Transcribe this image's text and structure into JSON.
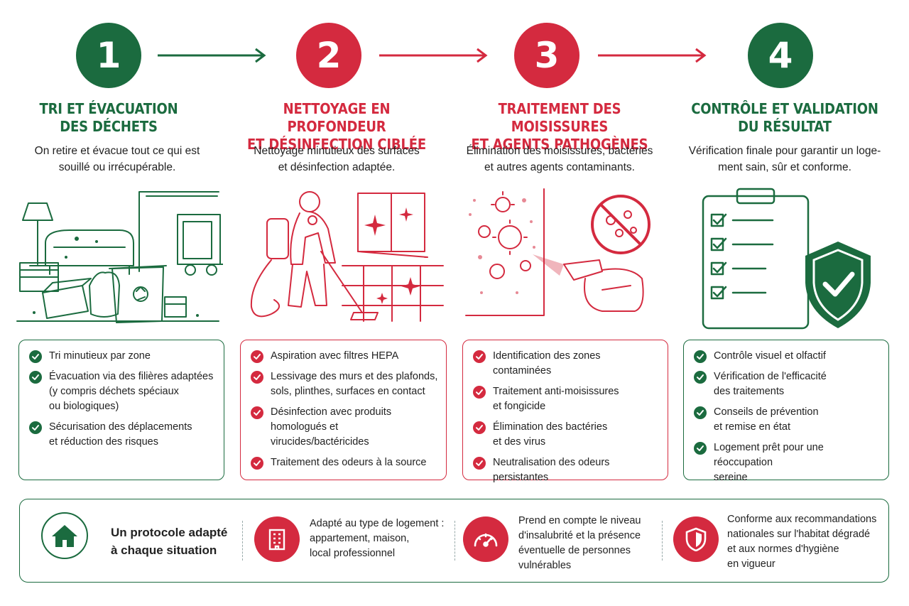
{
  "steps": [
    {
      "number": "1",
      "title_l1": "TRI ET ÉVACUATION",
      "title_l2": "DES DÉCHETS",
      "desc_l1": "On retire et évacue tout ce qui est",
      "desc_l2": "souillé ou irrécupérable.",
      "items": [
        [
          "Tri minutieux par zone"
        ],
        [
          "Évacuation via des filières adaptées",
          "(y compris déchets spéciaux",
          "ou biologiques)"
        ],
        [
          "Sécurisation des déplacements",
          "et réduction des risques"
        ]
      ]
    },
    {
      "number": "2",
      "title_l1": "NETTOYAGE EN PROFONDEUR",
      "title_l2": "ET DÉSINFECTION CIBLÉE",
      "desc_l1": "Nettoyage minutieux des surfaces",
      "desc_l2": "et désinfection adaptée.",
      "items": [
        [
          "Aspiration avec filtres HEPA"
        ],
        [
          "Lessivage des murs et des plafonds,",
          "sols, plinthes, surfaces en contact"
        ],
        [
          "Désinfection avec produits",
          "homologués et virucides/bactéricides"
        ],
        [
          "Traitement des odeurs à la source"
        ]
      ]
    },
    {
      "number": "3",
      "title_l1": "TRAITEMENT DES MOISISSURES",
      "title_l2": "ET AGENTS PATHOGÈNES",
      "desc_l1": "Élimination des moisissures, bactéries",
      "desc_l2": "et autres agents contaminants.",
      "items": [
        [
          "Identification des zones contaminées"
        ],
        [
          "Traitement anti-moisissures",
          "et fongicide"
        ],
        [
          "Élimination des bactéries",
          "et des virus"
        ],
        [
          "Neutralisation des odeurs",
          "persistantes"
        ]
      ]
    },
    {
      "number": "4",
      "title_l1": "CONTRÔLE ET VALIDATION",
      "title_l2": "DU RÉSULTAT",
      "desc_l1": "Vérification finale pour garantir un loge-",
      "desc_l2": "ment sain, sûr et conforme.",
      "items": [
        [
          "Contrôle visuel et olfactif"
        ],
        [
          "Vérification de l'efficacité",
          "des traitements"
        ],
        [
          "Conseils de prévention",
          "et remise en état"
        ],
        [
          "Logement prêt pour une réoccupation",
          "sereine"
        ]
      ]
    }
  ],
  "bottom": {
    "headline_l1": "Un protocole adapté",
    "headline_l2": "à chaque situation",
    "features": [
      {
        "icon": "building-icon",
        "lines": [
          "Adapté au type de logement :",
          "appartement, maison,",
          "local professionnel"
        ]
      },
      {
        "icon": "gauge-icon",
        "lines": [
          "Prend en compte le niveau",
          "d'insalubrité et la présence",
          "éventuelle de personnes",
          "vulnérables"
        ]
      },
      {
        "icon": "shield-icon",
        "lines": [
          "Conforme aux recommandations",
          "nationales sur l'habitat dégradé",
          "et aux normes d'hygiène",
          "en vigueur"
        ]
      }
    ]
  },
  "colors": {
    "green": "#1b6b3f",
    "red": "#d42a3f"
  }
}
